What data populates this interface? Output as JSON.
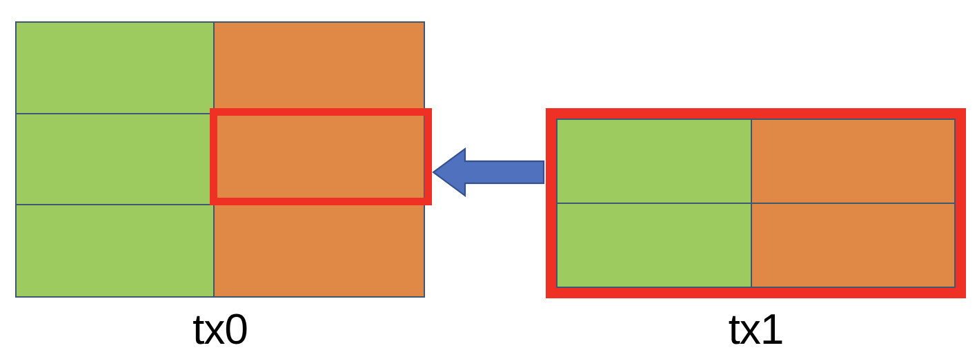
{
  "diagram": {
    "title": "",
    "background_color": "#ffffff",
    "palette": {
      "green": "#9dcb60",
      "orange": "#e08845",
      "cell_border": "#3e5871",
      "highlight_red": "#ee3124",
      "arrow_blue": "#4f71be",
      "arrow_outline": "#36508f",
      "label_text": "#000000"
    },
    "tables": [
      {
        "id": "tx0",
        "label": "tx0",
        "rows": 3,
        "columns": 2,
        "column_colors": [
          "green",
          "orange"
        ],
        "highlighted": false,
        "highlighted_cell": {
          "row": 2,
          "column": 2,
          "color": "orange"
        },
        "cells": [
          {
            "row": 1,
            "column": 1,
            "color": "green",
            "text": ""
          },
          {
            "row": 1,
            "column": 2,
            "color": "orange",
            "text": ""
          },
          {
            "row": 2,
            "column": 1,
            "color": "green",
            "text": ""
          },
          {
            "row": 2,
            "column": 2,
            "color": "orange",
            "text": ""
          },
          {
            "row": 3,
            "column": 1,
            "color": "green",
            "text": ""
          },
          {
            "row": 3,
            "column": 2,
            "color": "orange",
            "text": ""
          }
        ]
      },
      {
        "id": "tx1",
        "label": "tx1",
        "rows": 2,
        "columns": 2,
        "column_colors": [
          "green",
          "orange"
        ],
        "highlighted": true,
        "cells": [
          {
            "row": 1,
            "column": 1,
            "color": "green",
            "text": ""
          },
          {
            "row": 1,
            "column": 2,
            "color": "orange",
            "text": ""
          },
          {
            "row": 2,
            "column": 1,
            "color": "green",
            "text": ""
          },
          {
            "row": 2,
            "column": 2,
            "color": "orange",
            "text": ""
          }
        ]
      }
    ],
    "arrow": {
      "name": "left-arrow",
      "direction": "left",
      "from": "tx1",
      "to": "tx0",
      "color": "#4f71be"
    }
  }
}
